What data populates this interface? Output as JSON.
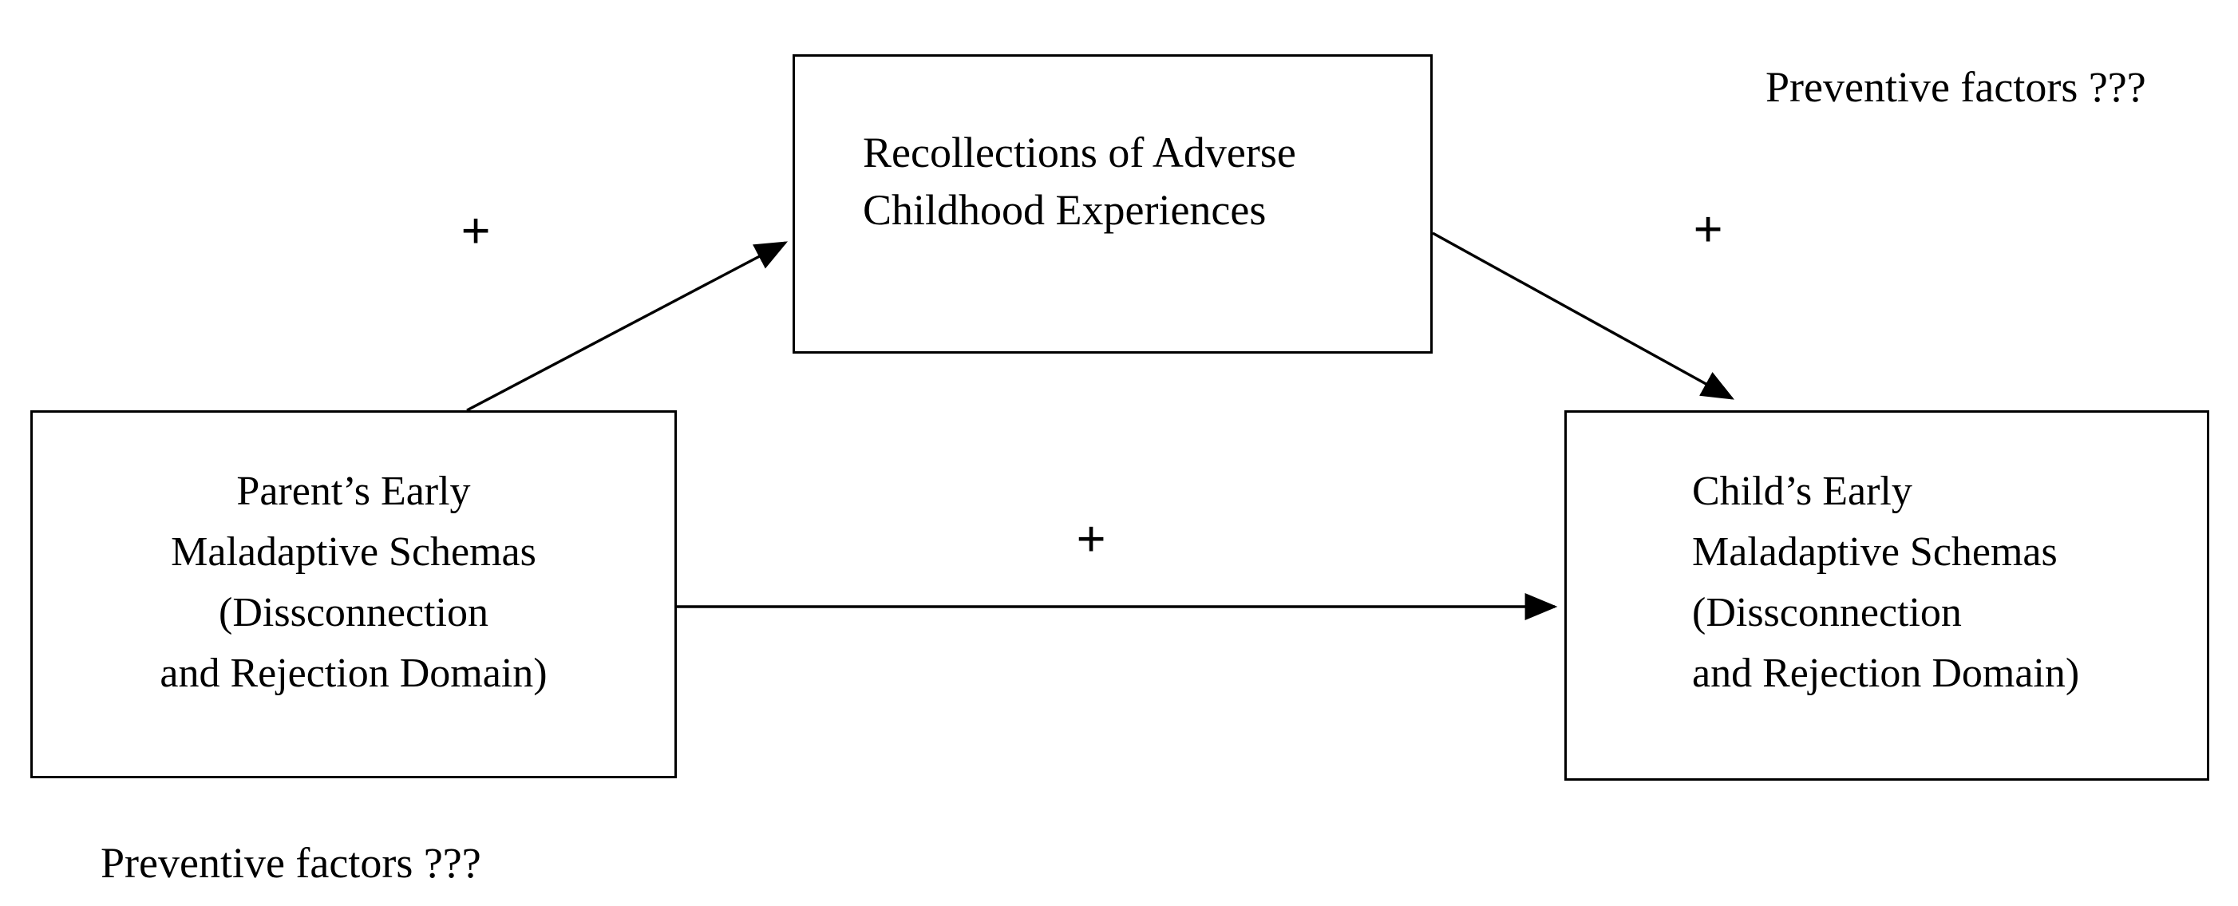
{
  "figure": {
    "background_color": "#ffffff",
    "ink_color": "#000000",
    "type": "mediation-path-diagram",
    "nodes": {
      "mediator": {
        "lines": [
          "Recollections of Adverse",
          "Childhood Experiences"
        ]
      },
      "predictor": {
        "lines": [
          "Parent’s Early",
          "Maladaptive Schemas",
          "(Dissconnection",
          "and Rejection Domain)"
        ]
      },
      "outcome": {
        "lines": [
          "Child’s Early",
          "Maladaptive Schemas",
          "(Dissconnection",
          "and Rejection Domain)"
        ]
      }
    },
    "edges": {
      "predictor_to_mediator": {
        "label": "+"
      },
      "mediator_to_outcome": {
        "label": "+"
      },
      "predictor_to_outcome": {
        "label": "+"
      }
    },
    "annotations": {
      "top_right": "Preventive factors ???",
      "bottom_left": "Preventive factors ???"
    }
  }
}
